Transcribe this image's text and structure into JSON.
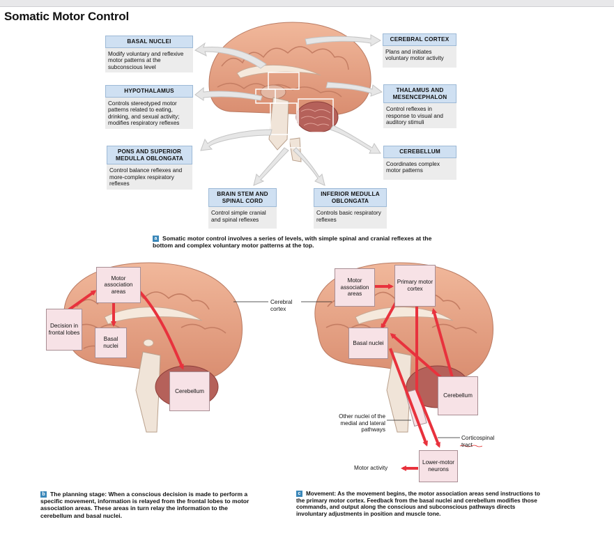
{
  "title": "Somatic Motor Control",
  "panel_a": {
    "boxes": [
      {
        "id": "basal-nuclei",
        "heading": "BASAL NUCLEI",
        "text": "Modify voluntary and reflexive motor patterns at the subconscious level"
      },
      {
        "id": "hypothalamus",
        "heading": "HYPOTHALAMUS",
        "text": "Controls stereotyped motor patterns related to eating, drinking, and sexual activity; modifies respiratory reflexes"
      },
      {
        "id": "pons",
        "heading": "PONS AND SUPERIOR MEDULLA OBLONGATA",
        "text": "Control balance reflexes and more-complex respiratory reflexes"
      },
      {
        "id": "brainstem",
        "heading": "BRAIN STEM AND SPINAL CORD",
        "text": "Control simple cranial and spinal reflexes"
      },
      {
        "id": "inferior-medulla",
        "heading": "INFERIOR MEDULLA OBLONGATA",
        "text": "Controls basic respiratory reflexes"
      },
      {
        "id": "cerebral-cortex",
        "heading": "CEREBRAL CORTEX",
        "text": "Plans and initiates voluntary motor activity"
      },
      {
        "id": "thalamus",
        "heading": "THALAMUS AND MESENCEPHALON",
        "text": "Control reflexes in response to visual and auditory stimuli"
      },
      {
        "id": "cerebellum",
        "heading": "CEREBELLUM",
        "text": "Coordinates complex motor patterns"
      }
    ],
    "caption_tag": "a",
    "caption": "Somatic motor control involves a series of levels, with simple spinal and cranial reflexes at the bottom and complex voluntary motor patterns at the top."
  },
  "panel_b": {
    "motor_assoc": "Motor association areas",
    "decision": "Decision in frontal lobes",
    "basal": "Basal nuclei",
    "cerebellum": "Cerebellum",
    "cortex_label": "Cerebral cortex",
    "caption_tag": "b",
    "caption": "The planning stage: When a conscious decision is made to perform a specific movement, information is relayed from the frontal lobes to motor association areas. These areas in turn relay the information to the cerebellum and basal nuclei."
  },
  "panel_c": {
    "motor_assoc": "Motor association areas",
    "primary": "Primary motor cortex",
    "basal": "Basal nuclei",
    "cerebellum": "Cerebellum",
    "other_nuclei": "Other nuclei of the medial and lateral pathways",
    "corticospinal": "Corticospinal tract",
    "lower_motor": "Lower-motor neurons",
    "motor_activity": "Motor activity",
    "caption_tag": "c",
    "caption": "Movement: As the movement begins, the motor association areas send instructions to the primary motor cortex. Feedback from the basal nuclei and cerebellum modifies those commands, and output along the conscious and subconscious pathways directs involuntary adjustments in position and muscle tone."
  },
  "colors": {
    "header_blue": "#cfe0f2",
    "body_gray": "#ececec",
    "pink_box": "#f7e2e6",
    "arrow_red": "#e8323d",
    "brain": "#e9a78c",
    "tag_blue": "#3a87b9"
  }
}
